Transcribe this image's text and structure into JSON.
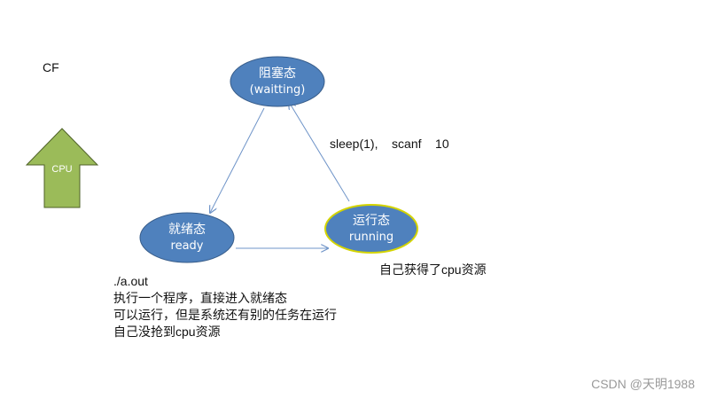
{
  "cf_label": "CF",
  "cpu_arrow": {
    "label": "CPU",
    "fill": "#9bbb59",
    "stroke": "#4f6228"
  },
  "states": {
    "blocked": {
      "name": "阻塞态",
      "sub": "(waitting)"
    },
    "ready": {
      "name": "就绪态",
      "sub": "ready"
    },
    "running": {
      "name": "运行态",
      "sub": "running"
    }
  },
  "edge_labels": {
    "running_to_blocked": "sleep(1),    scanf    10"
  },
  "notes": {
    "running": "自己获得了cpu资源",
    "ready_lines": [
      "./a.out",
      "执行一个程序，直接进入就绪态",
      "可以运行，但是系统还有别的任务在运行",
      "自己没抢到cpu资源"
    ]
  },
  "colors": {
    "node_fill": "#4f81bd",
    "node_stroke": "#385d8a",
    "running_border": "#d4d400",
    "edge": "#6f94c8"
  },
  "watermark": "CSDN @天明1988"
}
